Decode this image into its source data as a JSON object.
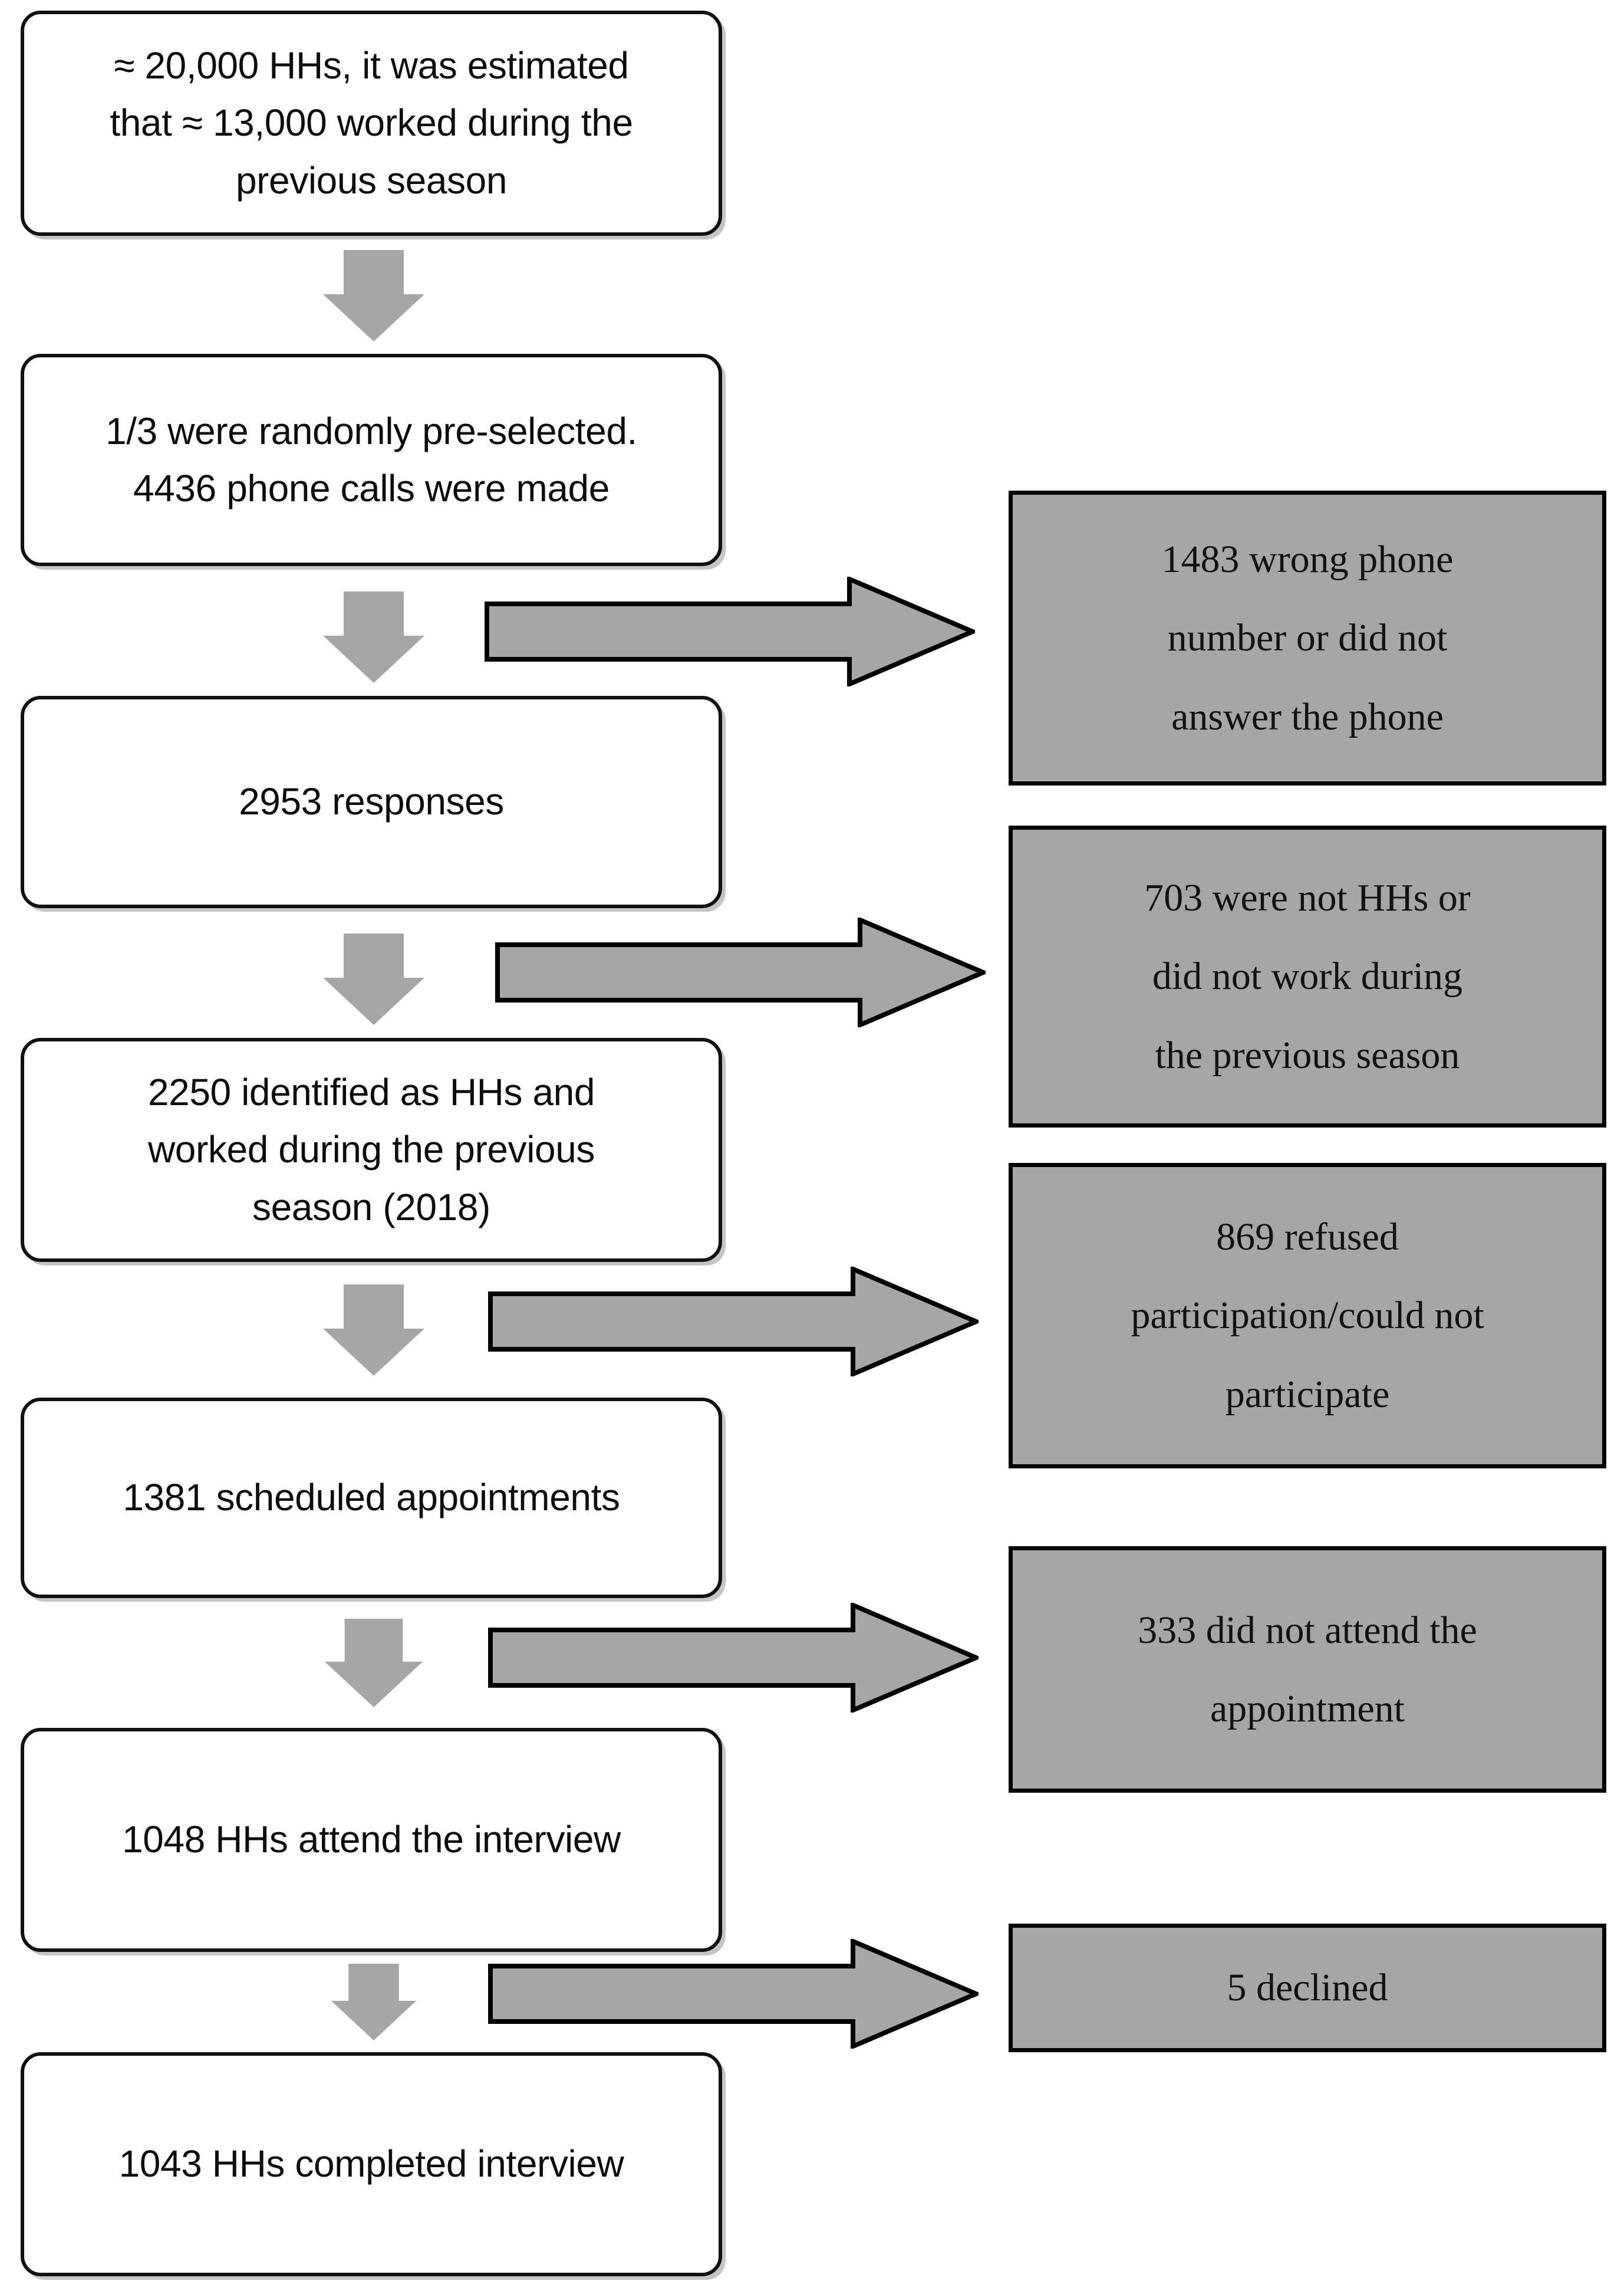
{
  "diagram": {
    "title": "Participant recruitment flow",
    "colors": {
      "box_fill": "#ffffff",
      "box_border": "#111111",
      "exclusion_fill": "#a6a6a6",
      "exclusion_border": "#000000",
      "arrow_fill": "#a6a6a6",
      "arrow_outline": "#000000",
      "text": "#0d0d0d"
    },
    "flow_nodes": [
      {
        "id": "node-1",
        "text": "≈ 20,000 HHs, it was estimated\nthat ≈ 13,000 worked during the\nprevious season"
      },
      {
        "id": "node-2",
        "text": "1/3 were randomly pre-selected.\n4436 phone calls were made"
      },
      {
        "id": "node-3",
        "text": "2953 responses"
      },
      {
        "id": "node-4",
        "text": "2250 identified as HHs and\nworked during the previous\nseason (2018)"
      },
      {
        "id": "node-5",
        "text": "1381 scheduled appointments"
      },
      {
        "id": "node-6",
        "text": "1048 HHs attend the interview"
      },
      {
        "id": "node-7",
        "text": "1043 HHs completed interview"
      }
    ],
    "exclusion_nodes": [
      {
        "id": "excl-1",
        "text": "1483 wrong phone\nnumber or did not\nanswer the phone"
      },
      {
        "id": "excl-2",
        "text": "703 were not HHs or\ndid not work during\nthe previous season"
      },
      {
        "id": "excl-3",
        "text": "869 refused\nparticipation/could not\nparticipate"
      },
      {
        "id": "excl-4",
        "text": "333 did not attend the\nappointment"
      },
      {
        "id": "excl-5",
        "text": "5 declined"
      }
    ],
    "connectors": {
      "down_arrows": 6,
      "side_arrows": 5,
      "down_arrow_icon": "arrow-down-icon",
      "side_arrow_icon": "arrow-right-icon"
    }
  },
  "chart_data": {
    "type": "flowchart",
    "title": "Participant recruitment flow",
    "flow": [
      {
        "step": 1,
        "label": "≈ 20,000 HHs, it was estimated that ≈ 13,000 worked during the previous season",
        "value": 20000,
        "estimated_working": 13000
      },
      {
        "step": 2,
        "label": "1/3 were randomly pre-selected. 4436 phone calls were made",
        "value": 4436
      },
      {
        "step": 3,
        "label": "2953 responses",
        "value": 2953
      },
      {
        "step": 4,
        "label": "2250 identified as HHs and worked during the previous season (2018)",
        "value": 2250
      },
      {
        "step": 5,
        "label": "1381 scheduled appointments",
        "value": 1381
      },
      {
        "step": 6,
        "label": "1048 HHs attend the interview",
        "value": 1048
      },
      {
        "step": 7,
        "label": "1043 HHs completed interview",
        "value": 1043
      }
    ],
    "exclusions": [
      {
        "after_step": 2,
        "label": "1483 wrong phone number or did not answer the phone",
        "value": 1483
      },
      {
        "after_step": 3,
        "label": "703 were not HHs or did not work during the previous season",
        "value": 703
      },
      {
        "after_step": 4,
        "label": "869 refused participation/could not participate",
        "value": 869
      },
      {
        "after_step": 5,
        "label": "333 did not attend the appointment",
        "value": 333
      },
      {
        "after_step": 6,
        "label": "5 declined",
        "value": 5
      }
    ]
  }
}
